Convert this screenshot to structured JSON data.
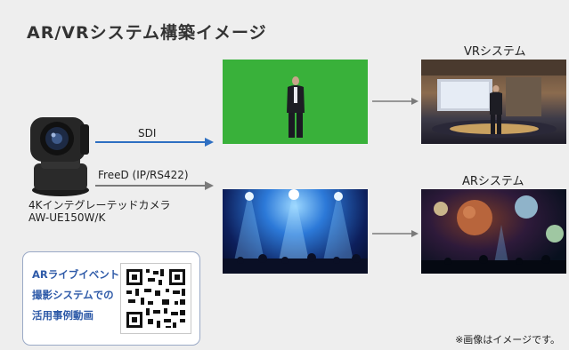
{
  "title": "AR/VRシステム構築イメージ",
  "camera": {
    "name_line1": "4Kインテグレーテッドカメラ",
    "name_line2": "AW-UE150W/K"
  },
  "signals": {
    "sdi_label": "SDI",
    "freed_label": "FreeD (IP/RS422)"
  },
  "systems": {
    "vr_label": "VRシステム",
    "ar_label": "ARシステム"
  },
  "qr_card": {
    "line1": "ARライブイベント",
    "line2": "撮影システムでの",
    "line3": "活用事例動画"
  },
  "note": "※画像はイメージです。",
  "colors": {
    "sdi_arrow": "#2e6fc2",
    "gray_arrow": "#7a7a7a",
    "green_screen": "#39b13a",
    "card_text": "#2e5aa8"
  }
}
